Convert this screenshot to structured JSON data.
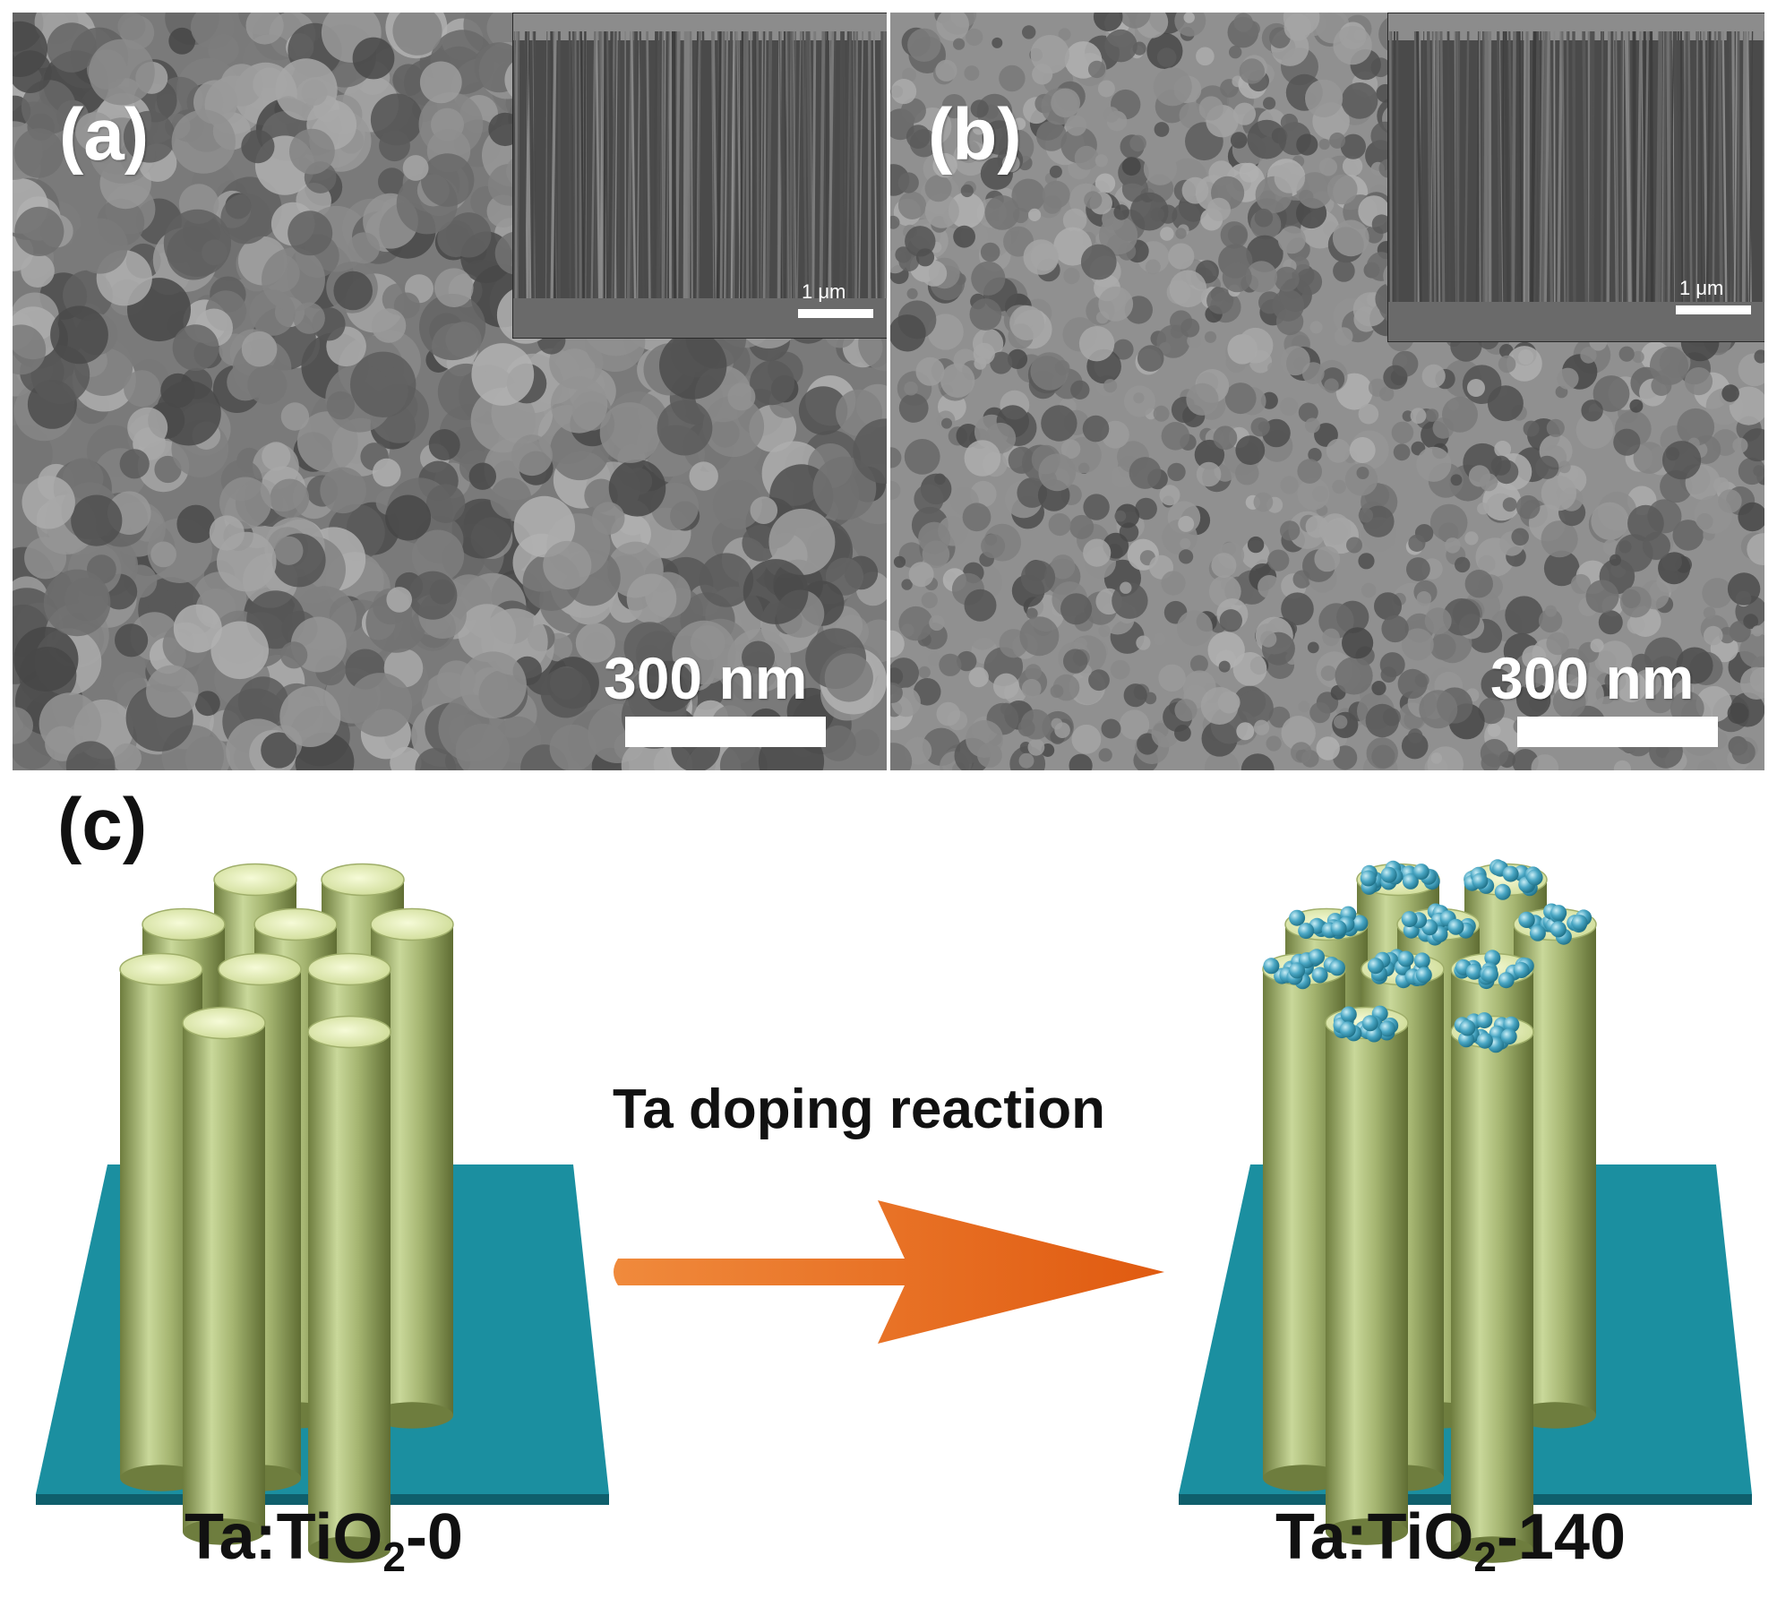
{
  "panels": {
    "a": {
      "label": "(a)",
      "scale_bar": "300 nm",
      "inset_scale_bar": "1 μm"
    },
    "b": {
      "label": "(b)",
      "scale_bar": "300 nm",
      "inset_scale_bar": "1 μm"
    },
    "c": {
      "label": "(c)",
      "arrow_text": "Ta doping reaction",
      "left_label_prefix": "Ta:TiO",
      "left_label_sub": "2",
      "left_label_suffix": "-0",
      "right_label_prefix": "Ta:TiO",
      "right_label_sub": "2",
      "right_label_suffix": "-140"
    }
  },
  "colors": {
    "substrate": "#1b8fa0",
    "rod": "#b9c98a",
    "rod_top": "#e6efb8",
    "nanoparticle": "#4aa7c4",
    "arrow": "#e8681c"
  }
}
